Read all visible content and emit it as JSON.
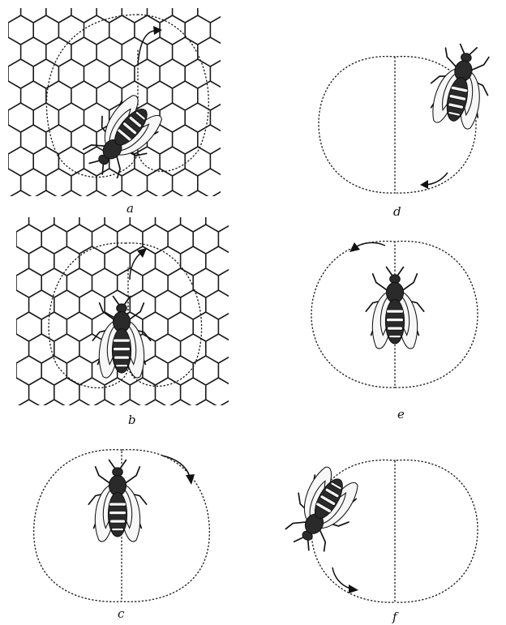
{
  "figure": {
    "panels": [
      {
        "id": "a",
        "label": "a",
        "background": "honeycomb",
        "dance_shape": "figure-eight",
        "arrow_direction": "up"
      },
      {
        "id": "b",
        "label": "b",
        "background": "honeycomb",
        "dance_shape": "figure-eight",
        "arrow_direction": "up"
      },
      {
        "id": "c",
        "label": "c",
        "background": "plain",
        "dance_shape": "figure-eight",
        "arrow_direction": "clockwise-top-right"
      },
      {
        "id": "d",
        "label": "d",
        "background": "plain",
        "dance_shape": "figure-eight",
        "arrow_direction": "bottom-right"
      },
      {
        "id": "e",
        "label": "e",
        "background": "plain",
        "dance_shape": "figure-eight",
        "arrow_direction": "counterclockwise-top-left"
      },
      {
        "id": "f",
        "label": "f",
        "background": "plain",
        "dance_shape": "figure-eight",
        "arrow_direction": "bottom-left"
      }
    ],
    "colors": {
      "ink": "#111111",
      "paper": "#ffffff",
      "bee_dark": "#2a2a2a",
      "bee_light": "#f4f4f4"
    },
    "icons": [
      "bee-icon",
      "honeycomb-grid",
      "direction-arrow-icon"
    ]
  }
}
